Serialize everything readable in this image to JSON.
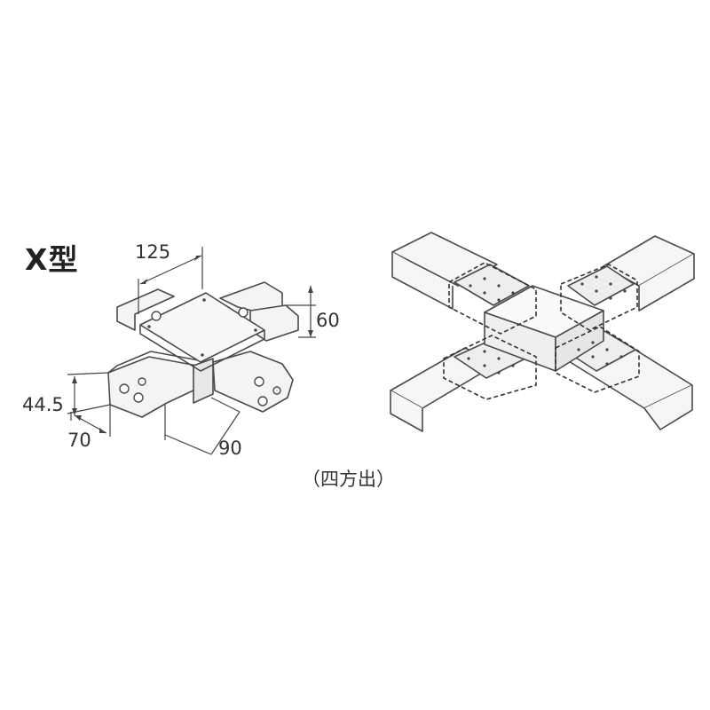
{
  "title": "X型",
  "dimensions": {
    "top_width": "125",
    "height": "60",
    "side_height": "44.5",
    "arm_width": "70",
    "arm_length": "90"
  },
  "caption": "（四方出）",
  "colors": {
    "line": "#4a4a4a",
    "fill": "#f2f2f2",
    "dash": "#333333"
  }
}
